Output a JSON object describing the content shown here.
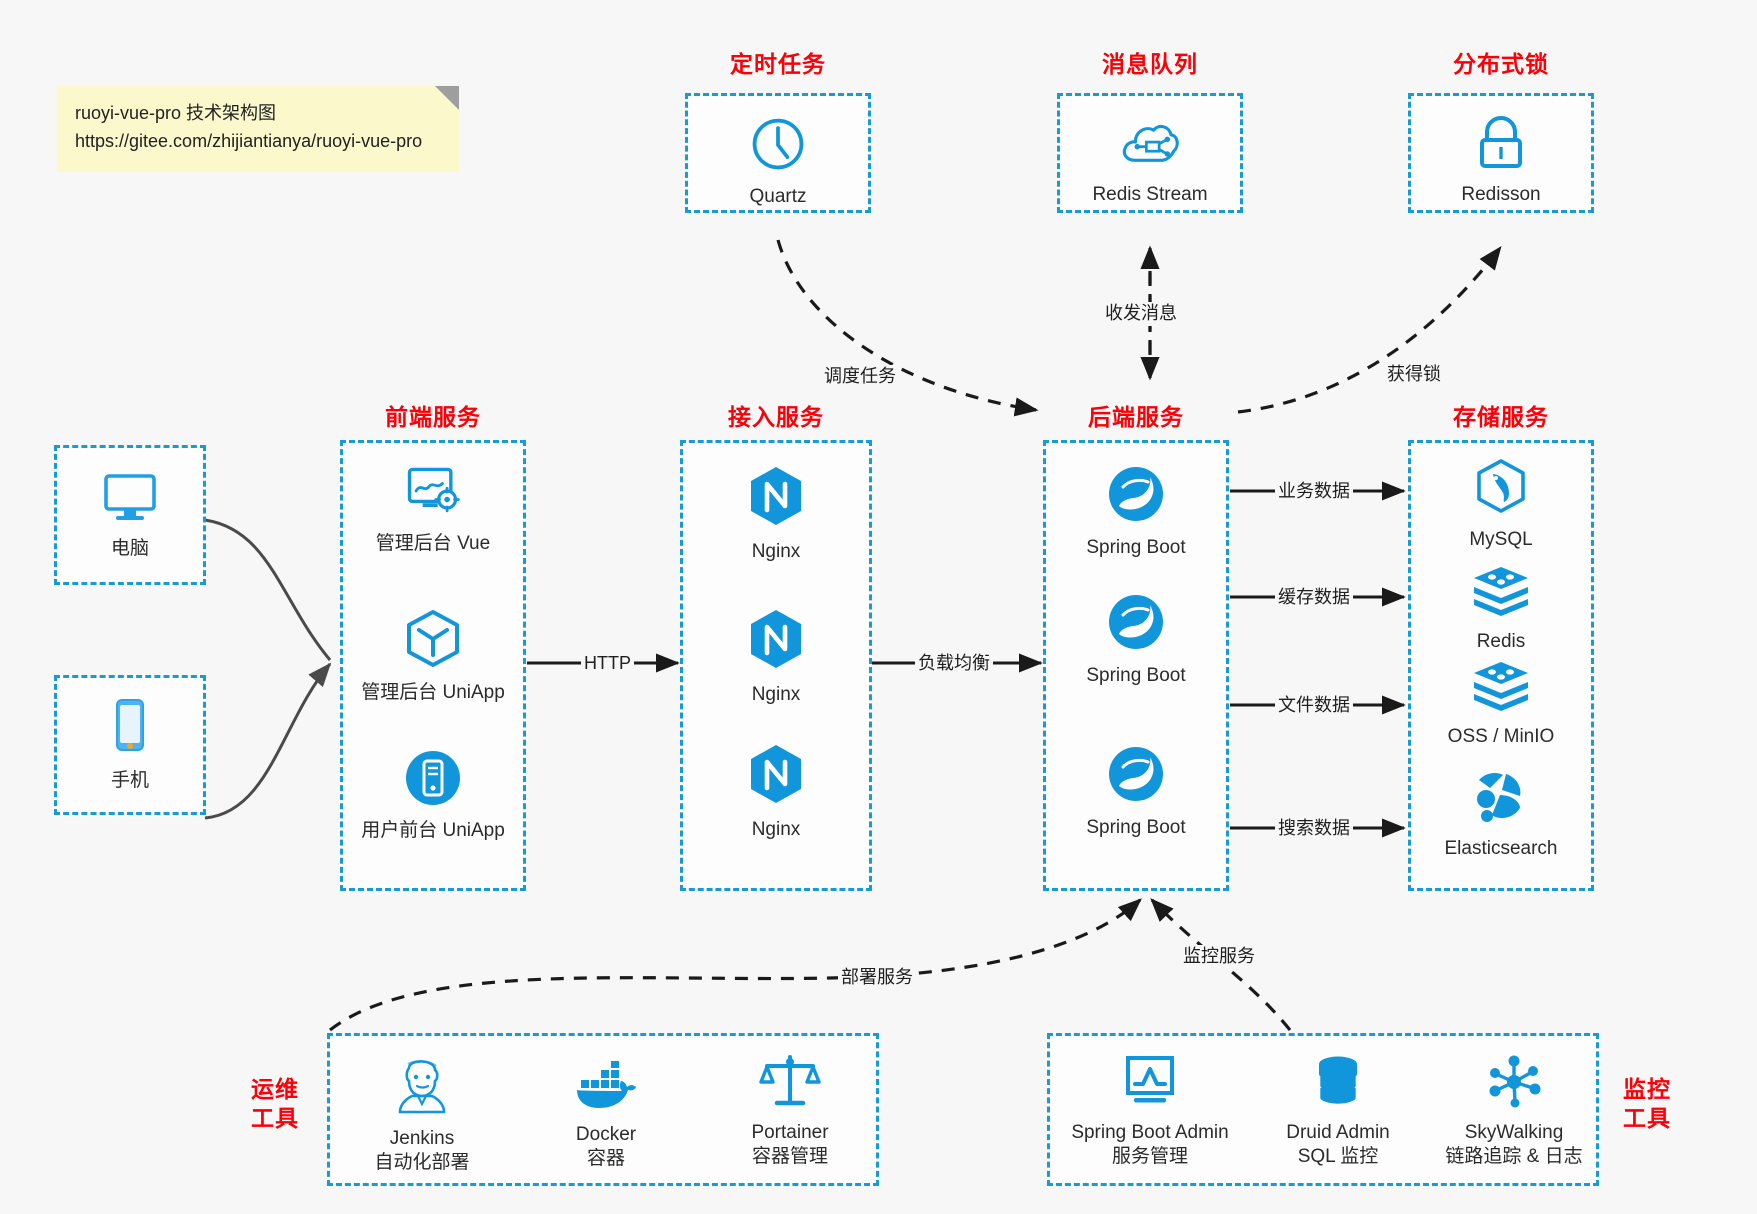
{
  "note": {
    "line1": "ruoyi-vue-pro 技术架构图",
    "line2": "https://gitee.com/zhijiantianya/ruoyi-vue-pro"
  },
  "colors": {
    "accent_blue": "#169bd5",
    "icon_blue": "#1296db",
    "title_red": "#fb0007",
    "canvas": "#f7f7f7",
    "edge_dark": "#4a4a4a",
    "edge_black": "#1a1a1a",
    "note_yellow": "#fbf8cc"
  },
  "groups": {
    "scheduler": {
      "title": "定时任务",
      "nodes": [
        {
          "label": "Quartz",
          "icon": "clock-icon"
        }
      ]
    },
    "mq": {
      "title": "消息队列",
      "nodes": [
        {
          "label": "Redis Stream",
          "icon": "cloud-stream-icon"
        }
      ]
    },
    "lock": {
      "title": "分布式锁",
      "nodes": [
        {
          "label": "Redisson",
          "icon": "lock-icon"
        }
      ]
    },
    "client_pc": {
      "title": "",
      "nodes": [
        {
          "label": "电脑",
          "icon": "desktop-monitor-icon"
        }
      ]
    },
    "client_phone": {
      "title": "",
      "nodes": [
        {
          "label": "手机",
          "icon": "smartphone-icon"
        }
      ]
    },
    "frontend": {
      "title": "前端服务",
      "nodes": [
        {
          "label": "管理后台 Vue",
          "icon": "dashboard-gear-icon"
        },
        {
          "label": "管理后台 UniApp",
          "icon": "uniapp-cube-icon"
        },
        {
          "label": "用户前台 UniApp",
          "icon": "mobile-app-icon"
        }
      ]
    },
    "gateway": {
      "title": "接入服务",
      "nodes": [
        {
          "label": "Nginx",
          "icon": "nginx-icon"
        },
        {
          "label": "Nginx",
          "icon": "nginx-icon"
        },
        {
          "label": "Nginx",
          "icon": "nginx-icon"
        }
      ]
    },
    "backend": {
      "title": "后端服务",
      "nodes": [
        {
          "label": "Spring Boot",
          "icon": "spring-boot-icon"
        },
        {
          "label": "Spring Boot",
          "icon": "spring-boot-icon"
        },
        {
          "label": "Spring Boot",
          "icon": "spring-boot-icon"
        }
      ]
    },
    "storage": {
      "title": "存储服务",
      "nodes": [
        {
          "label": "MySQL",
          "icon": "mysql-icon"
        },
        {
          "label": "Redis",
          "icon": "redis-icon"
        },
        {
          "label": "OSS / MinIO",
          "icon": "oss-minio-icon"
        },
        {
          "label": "Elasticsearch",
          "icon": "elasticsearch-icon"
        }
      ]
    },
    "devops": {
      "title": "运维\n工具",
      "title_line1": "运维",
      "title_line2": "工具",
      "nodes": [
        {
          "label": "Jenkins",
          "sub": "自动化部署",
          "icon": "jenkins-icon"
        },
        {
          "label": "Docker",
          "sub": "容器",
          "icon": "docker-icon"
        },
        {
          "label": "Portainer",
          "sub": "容器管理",
          "icon": "scales-icon"
        }
      ]
    },
    "monitor": {
      "title": "监控\n工具",
      "title_line1": "监控",
      "title_line2": "工具",
      "nodes": [
        {
          "label": "Spring Boot Admin",
          "sub": "服务管理",
          "icon": "monitor-chart-icon"
        },
        {
          "label": "Druid Admin",
          "sub": "SQL 监控",
          "icon": "database-stack-icon"
        },
        {
          "label": "SkyWalking",
          "sub": "链路追踪 & 日志",
          "icon": "skywalking-icon"
        }
      ]
    }
  },
  "edges": [
    {
      "id": "client-to-frontend",
      "label": ""
    },
    {
      "id": "frontend-to-gateway",
      "label": "HTTP"
    },
    {
      "id": "gateway-to-backend",
      "label": "负载均衡"
    },
    {
      "id": "scheduler-to-backend",
      "label": "调度任务"
    },
    {
      "id": "backend-to-mq",
      "label": "收发消息"
    },
    {
      "id": "backend-to-lock",
      "label": "获得锁"
    },
    {
      "id": "backend-to-mysql",
      "label": "业务数据"
    },
    {
      "id": "backend-to-redis",
      "label": "缓存数据"
    },
    {
      "id": "backend-to-oss",
      "label": "文件数据"
    },
    {
      "id": "backend-to-es",
      "label": "搜索数据"
    },
    {
      "id": "devops-to-backend",
      "label": "部署服务"
    },
    {
      "id": "monitor-to-backend",
      "label": "监控服务"
    }
  ]
}
